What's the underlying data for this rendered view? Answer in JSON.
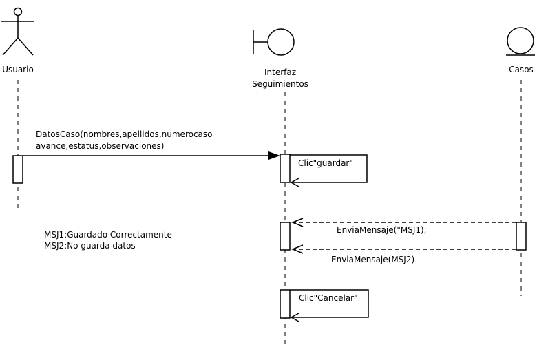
{
  "lifelines": {
    "usuario": {
      "label": "Usuario",
      "kind": "actor"
    },
    "interfaz": {
      "label_line1": "Interfaz",
      "label_line2": "Seguimientos",
      "kind": "boundary"
    },
    "casos": {
      "label": "Casos",
      "kind": "entity"
    }
  },
  "messages": {
    "datos_caso": {
      "line1": "DatosCaso(nombres,apellidos,numerocaso",
      "line2": "avance,estatus,observaciones)"
    },
    "clic_guardar": "Clic\"guardar\"",
    "envia_msj1": "EnviaMensaje(\"MSJ1);",
    "envia_msj2": "EnviaMensaje(MSJ2)",
    "clic_cancelar": "Clic\"Cancelar\""
  },
  "notes": {
    "msj1": "MSJ1:Guardado Correctamente",
    "msj2": "MSJ2:No guarda datos"
  },
  "colors": {
    "stroke": "#000000",
    "background": "#ffffff"
  }
}
